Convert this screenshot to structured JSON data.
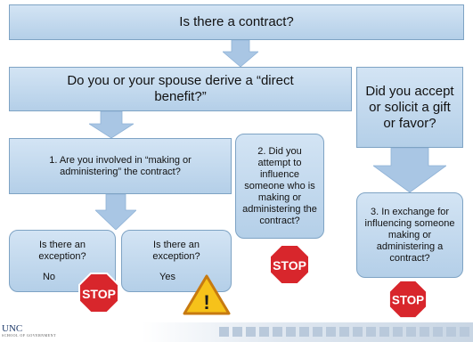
{
  "boxes": {
    "contract": "Is there a contract?",
    "direct_benefit": "Do you or your spouse derive a “direct benefit?”",
    "gift": "Did you accept or solicit a gift or favor?",
    "making_admin": "1.  Are you involved in “making or administering” the contract?",
    "influence": "2.  Did you attempt to influence someone who is making or administering the contract?",
    "exchange": "3.  In exchange for influencing someone making or administering a contract?",
    "exception_no_q": "Is there an exception?",
    "exception_no_a": "No",
    "exception_yes_q": "Is there an exception?",
    "exception_yes_a": "Yes"
  },
  "signs": {
    "stop": "STOP",
    "warning": "!"
  },
  "logo": {
    "name": "UNC",
    "sub": "SCHOOL OF GOVERNMENT"
  },
  "colors": {
    "box_fill": "#c2d8ee",
    "box_border": "#7ea3c4",
    "arrow": "#a9c6e4",
    "stop_red": "#d8262c",
    "warning_yellow": "#f6c21a"
  }
}
